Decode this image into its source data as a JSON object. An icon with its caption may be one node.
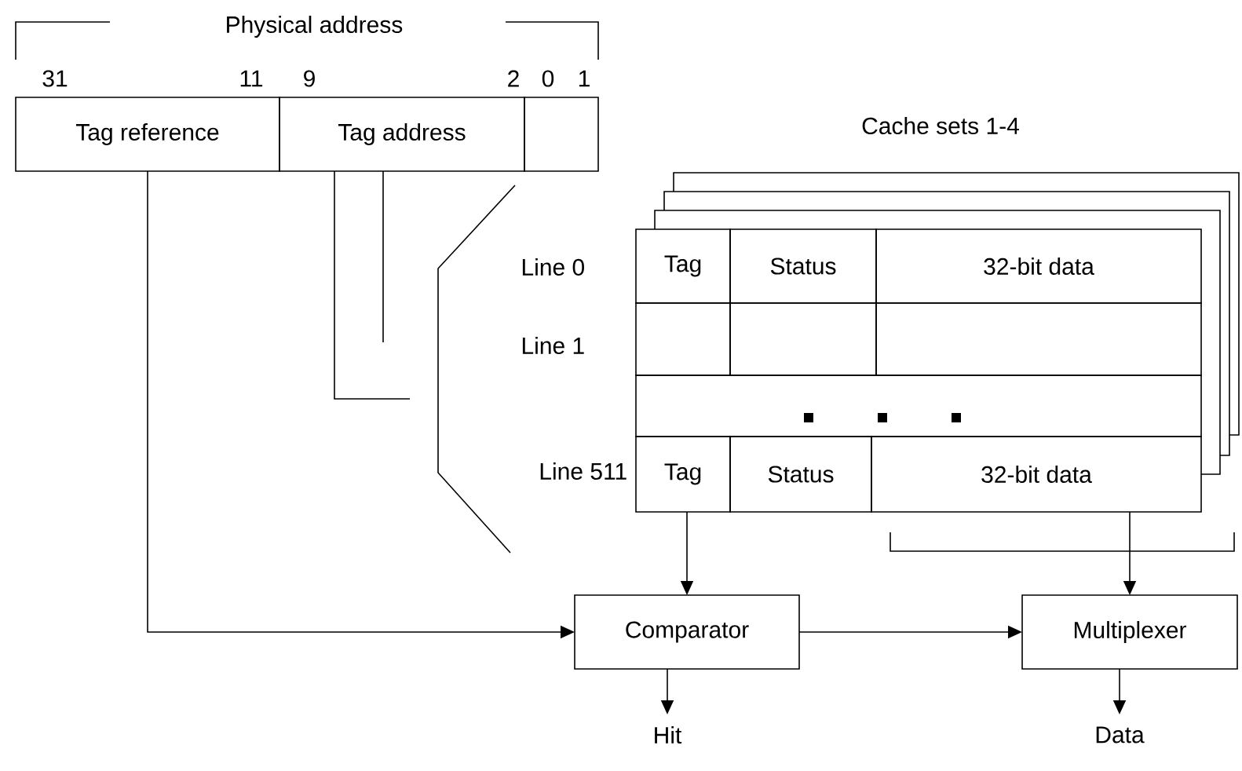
{
  "diagram": {
    "nodes": [
      {
        "text": [
          "Tag reference"
        ]
      },
      {
        "text": [
          "Tag address"
        ]
      },
      {
        "text": [],
        "shape": "box"
      },
      {
        "text": [
          "Tag"
        ]
      },
      {
        "text": [
          "Status"
        ]
      },
      {
        "text": [
          "32-bit data"
        ]
      },
      {
        "text": [],
        "shape": "box"
      },
      {
        "text": [],
        "shape": "box"
      },
      {
        "text": [],
        "shape": "box"
      },
      {
        "text": [],
        "shape": "box"
      },
      {
        "text": [
          "Tag"
        ]
      },
      {
        "text": [
          "Status"
        ]
      },
      {
        "text": [
          "32-bit data"
        ]
      },
      {
        "text": [
          "Comparator"
        ]
      },
      {
        "text": [
          "Multiplexer"
        ]
      },
      {
        "text": [
          "Hit"
        ]
      },
      {
        "text": [
          "Data"
        ]
      }
    ],
    "edges": [
      {
        "from": 0,
        "to": 13,
        "arrow": "to"
      },
      {
        "from": 10,
        "to": 13,
        "arrow": "to"
      },
      {
        "from": 13,
        "to": 14,
        "arrow": "to"
      },
      {
        "from": 12,
        "to": 14,
        "arrow": "to"
      },
      {
        "from": 13,
        "to": 15,
        "arrow": "to"
      },
      {
        "from": 14,
        "to": 16,
        "arrow": "to"
      },
      {
        "from": 1,
        "to": null,
        "arrow": "none"
      },
      {
        "from": 1,
        "to": null,
        "arrow": "none"
      }
    ],
    "labels": [
      "Physical address",
      "31",
      "11",
      "9",
      "2",
      "0",
      "1",
      "Cache sets 1-4",
      "Line 0",
      "Line 1",
      "Line 511"
    ]
  }
}
